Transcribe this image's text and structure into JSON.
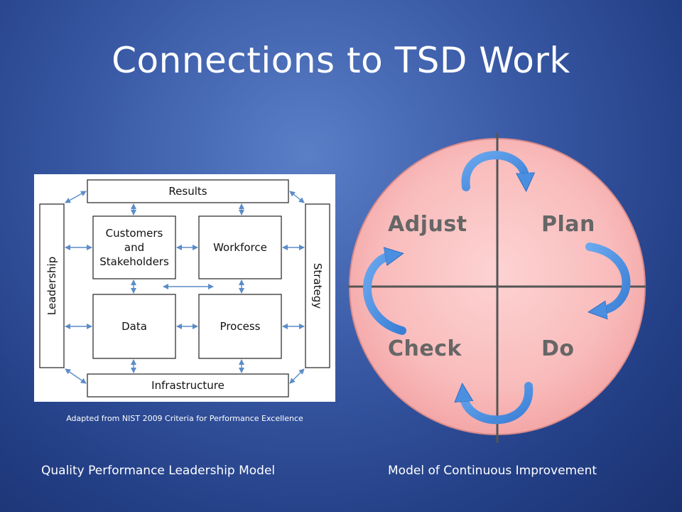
{
  "title": "Connections to TSD Work",
  "left_model": {
    "boxes": {
      "results": "Results",
      "customers": "Customers\nand\nStakeholders",
      "workforce": "Workforce",
      "data": "Data",
      "process": "Process",
      "infrastructure": "Infrastructure",
      "leadership": "Leadership",
      "strategy": "Strategy"
    },
    "source_note": "Adapted from NIST 2009 Criteria for Performance Excellence",
    "caption": "Quality Performance Leadership Model"
  },
  "right_model": {
    "quadrants": {
      "adjust": "Adjust",
      "plan": "Plan",
      "check": "Check",
      "do": "Do"
    },
    "caption": "Model of Continuous Improvement",
    "colors": {
      "circle_fill": "#f9b9b9",
      "arrow": "#4a8fe0",
      "divider": "#555555"
    }
  }
}
